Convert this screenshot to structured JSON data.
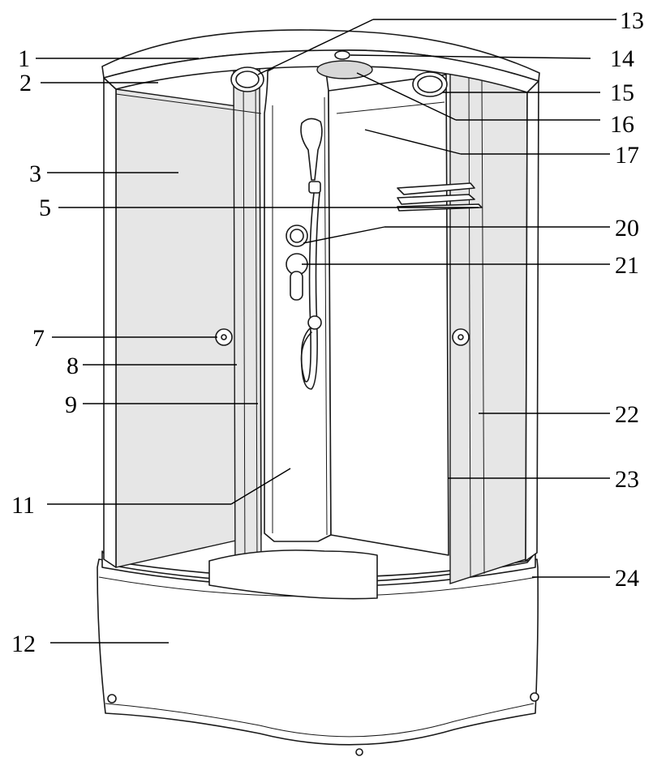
{
  "diagram": {
    "callouts_left": [
      {
        "id": "c1",
        "number": "1"
      },
      {
        "id": "c2",
        "number": "2"
      },
      {
        "id": "c3",
        "number": "3"
      },
      {
        "id": "c5",
        "number": "5"
      },
      {
        "id": "c7",
        "number": "7"
      },
      {
        "id": "c8",
        "number": "8"
      },
      {
        "id": "c9",
        "number": "9"
      },
      {
        "id": "c11",
        "number": "11"
      },
      {
        "id": "c12",
        "number": "12"
      }
    ],
    "callouts_right": [
      {
        "id": "c13",
        "number": "13"
      },
      {
        "id": "c14",
        "number": "14"
      },
      {
        "id": "c15",
        "number": "15"
      },
      {
        "id": "c16",
        "number": "16"
      },
      {
        "id": "c17",
        "number": "17"
      },
      {
        "id": "c20",
        "number": "20"
      },
      {
        "id": "c21",
        "number": "21"
      },
      {
        "id": "c22",
        "number": "22"
      },
      {
        "id": "c23",
        "number": "23"
      },
      {
        "id": "c24",
        "number": "24"
      }
    ],
    "colors": {
      "glass": "#e6e6e6",
      "line": "#1a1a1a",
      "background": "#ffffff"
    }
  }
}
